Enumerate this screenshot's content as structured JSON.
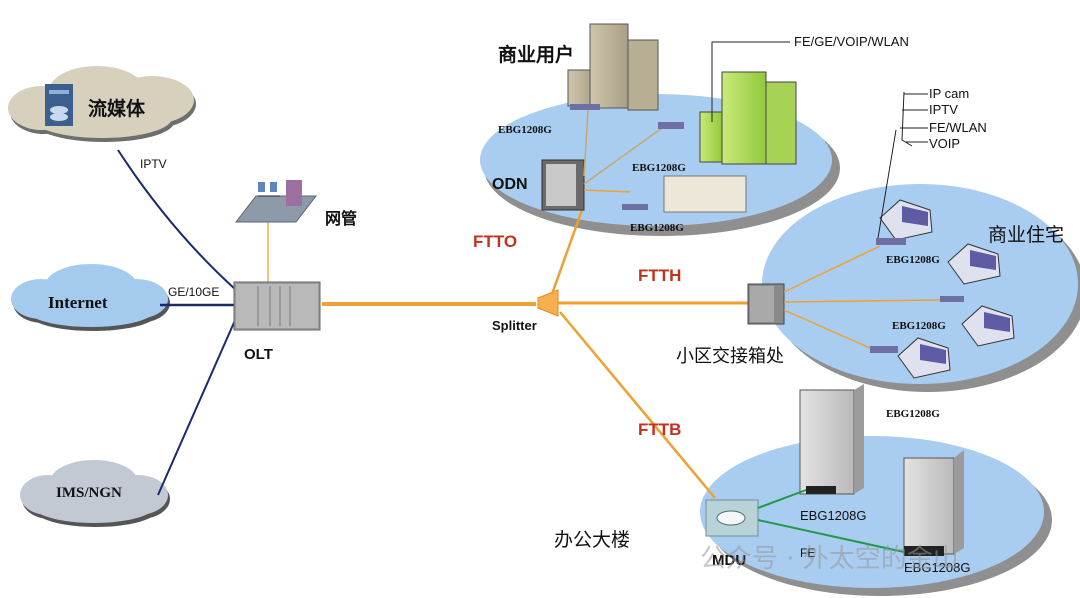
{
  "diagram": {
    "title": "",
    "clouds": [
      {
        "id": "streaming",
        "label": "流媒体"
      },
      {
        "id": "internet",
        "label": "Internet"
      },
      {
        "id": "ims",
        "label": "IMS/NGN"
      }
    ],
    "link_labels": {
      "iptv": "IPTV",
      "uplink": "GE/10GE"
    },
    "devices": {
      "olt": "OLT",
      "nms": "网管",
      "splitter": "Splitter",
      "odn": "ODN",
      "mdu": "MDU",
      "cabinet": "小区交接箱处"
    },
    "scenarios": {
      "ftto": "FTTO",
      "ftth": "FTTH",
      "fttb": "FTTB"
    },
    "areas": {
      "business_users": "商业用户",
      "business_residential": "商业住宅",
      "office_building": "办公大楼"
    },
    "business_services": "FE/GE/VOIP/WLAN",
    "residential_services": [
      "IP cam",
      "IPTV",
      "FE/WLAN",
      "VOIP"
    ],
    "onu_labels": {
      "biz1": "EBG1208G",
      "biz2": "EBG1208G",
      "biz3": "EBG1208G",
      "res1": "EBG1208G",
      "res2": "EBG1208G",
      "res3": "EBG1208G",
      "office1": "EBG1208G",
      "office2": "EBG1208G"
    },
    "fe_label": "FE",
    "watermark": "公众号 · 外太空的金山",
    "colors": {
      "fiber": "#f0a030",
      "copper": "#1b2a6b",
      "ethernet_office": "#1f9a4a",
      "area_fill": "#a9cdf0",
      "scenario_text": "#c0321e"
    }
  }
}
